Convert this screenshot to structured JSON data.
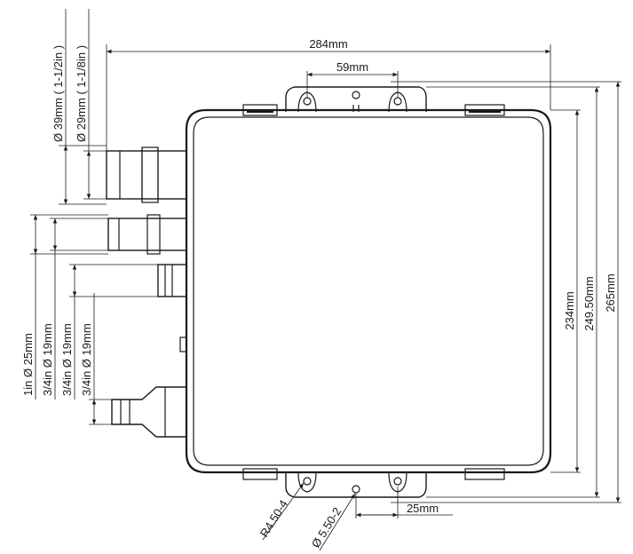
{
  "dimensions": {
    "overall_width": "284mm",
    "bracket_hole_spacing": "59mm",
    "body_height": "234mm",
    "bracket_height": "249.50mm",
    "overall_height": "265mm",
    "hole_offset": "25mm",
    "slot_radius": "R4.50-4",
    "hole_diameter": "Ø 5.50-2"
  },
  "ports": {
    "port_1_size": "Ø 39mm ( 1-1/2in )",
    "port_2_size": "Ø 29mm ( 1-1/8in )",
    "port_3_size": "1in Ø 25mm",
    "port_4_size": "3/4in Ø 19mm",
    "port_5_size": "3/4in Ø 19mm",
    "port_6_size": "3/4in Ø 19mm"
  }
}
